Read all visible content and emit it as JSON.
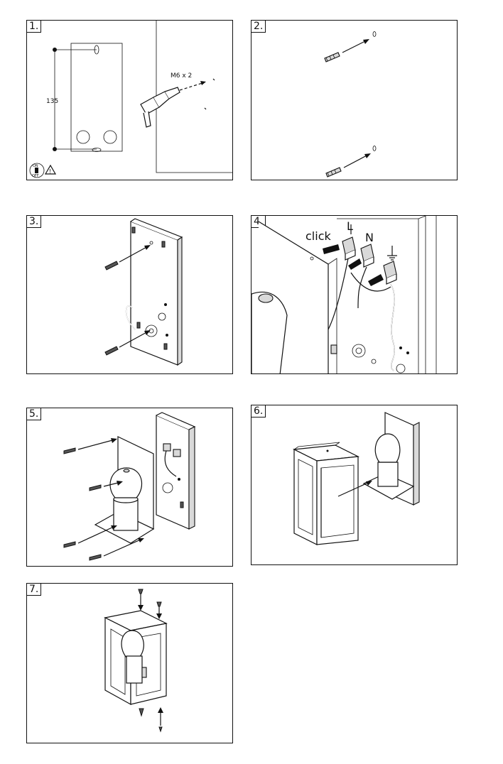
{
  "steps": [
    {
      "number": "1.",
      "labels": {
        "screw_size": "M6 x 2",
        "distance": "135",
        "switch_on": "ON",
        "switch_off": "OFF"
      }
    },
    {
      "number": "2."
    },
    {
      "number": "3."
    },
    {
      "number": "4.",
      "labels": {
        "click": "click",
        "live": "L",
        "neutral": "N"
      }
    },
    {
      "number": "5."
    },
    {
      "number": "6."
    },
    {
      "number": "7."
    }
  ]
}
